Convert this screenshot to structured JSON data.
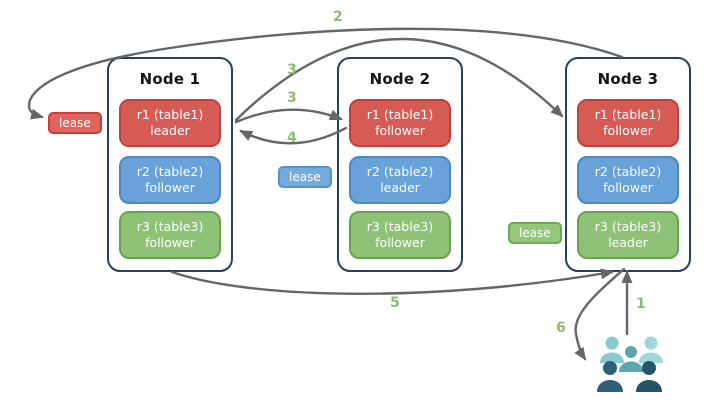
{
  "nodes": [
    {
      "title": "Node 1",
      "replicas": [
        {
          "name": "r1 (table1)",
          "role": "leader",
          "color": "#d75b55"
        },
        {
          "name": "r2 (table2)",
          "role": "follower",
          "color": "#68a2d8"
        },
        {
          "name": "r3 (table3)",
          "role": "follower",
          "color": "#8ec377"
        }
      ]
    },
    {
      "title": "Node 2",
      "replicas": [
        {
          "name": "r1 (table1)",
          "role": "follower",
          "color": "#d75b55"
        },
        {
          "name": "r2 (table2)",
          "role": "leader",
          "color": "#68a2d8"
        },
        {
          "name": "r3 (table3)",
          "role": "follower",
          "color": "#8ec377"
        }
      ]
    },
    {
      "title": "Node 3",
      "replicas": [
        {
          "name": "r1 (table1)",
          "role": "follower",
          "color": "#d75b55"
        },
        {
          "name": "r2 (table2)",
          "role": "follower",
          "color": "#68a2d8"
        },
        {
          "name": "r3 (table3)",
          "role": "leader",
          "color": "#8ec377"
        }
      ]
    }
  ],
  "leases": [
    {
      "label": "lease",
      "color": "#e0635e"
    },
    {
      "label": "lease",
      "color": "#74abdc"
    },
    {
      "label": "lease",
      "color": "#93c87b"
    }
  ],
  "steps": {
    "s1": "1",
    "s2": "2",
    "s3a": "3",
    "s3b": "3",
    "s4": "4",
    "s5": "5",
    "s6": "6"
  },
  "icons": {
    "users": "users-group-icon"
  },
  "colors": {
    "arrow": "#666666",
    "step_label": "#8abf6e",
    "node_border": "#26415e",
    "replica_red": "#d75b55",
    "replica_blue": "#68a2d8",
    "replica_green": "#8ec377",
    "people": [
      "#87cbd0",
      "#9fd6d8",
      "#5aa6ac",
      "#2e6077",
      "#24536a"
    ]
  }
}
